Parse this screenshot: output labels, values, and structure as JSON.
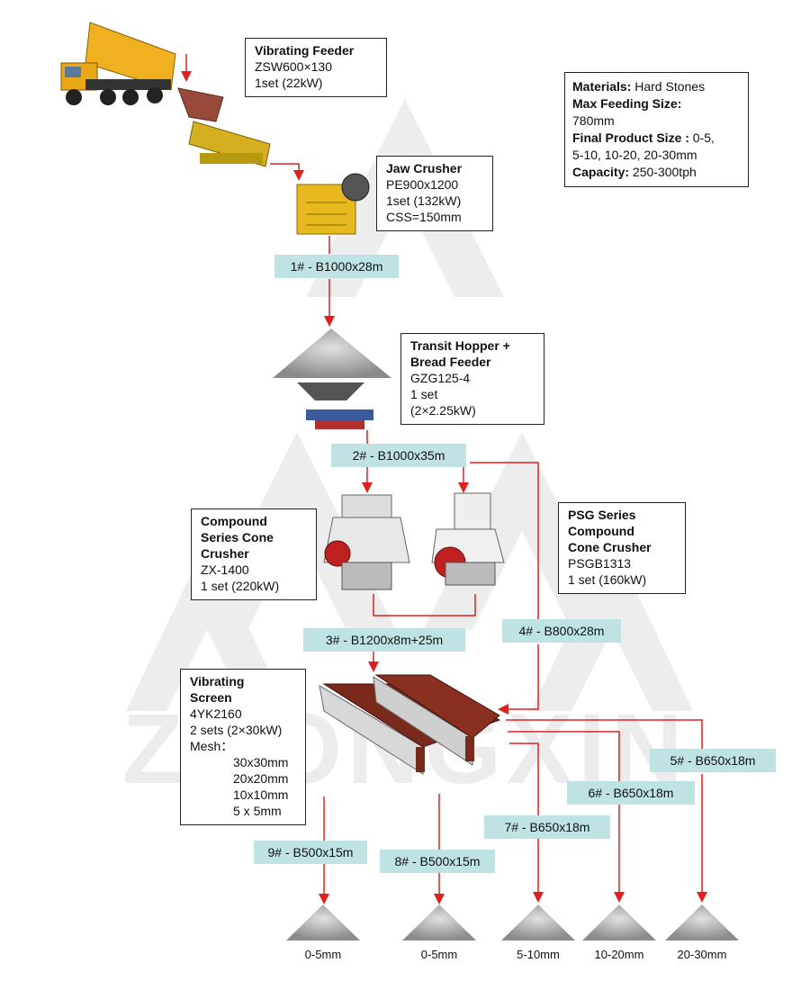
{
  "watermark": {
    "text": "ZHONGXIN"
  },
  "colors": {
    "line": "#e02020",
    "belt": "#bfe3e3",
    "watermark": "#ececec"
  },
  "specs": {
    "materials_label": "Materials:",
    "materials_value": " Hard Stones",
    "feed_label": "Max Feeding Size:",
    "feed_value": "780mm",
    "final_label": "Final Product Size :",
    "final_value_1": " 0-5,",
    "final_value_2": "5-10, 10-20, 20-30mm",
    "capacity_label": "Capacity:",
    "capacity_value": "  250-300tph"
  },
  "equipment": {
    "feeder": {
      "title": "Vibrating Feeder",
      "line1": "ZSW600×130",
      "line2": "1set  (22kW)"
    },
    "jaw": {
      "title": "Jaw Crusher",
      "line1": "PE900x1200",
      "line2": "1set  (132kW)",
      "line3": "CSS=150mm"
    },
    "hopper": {
      "title1": "Transit Hopper +",
      "title2": "Bread Feeder",
      "line1": "GZG125-4",
      "line2": "1 set",
      "line3": "(2×2.25kW)"
    },
    "compound": {
      "title1": "Compound",
      "title2": "Series Cone",
      "title3": "Crusher",
      "line1": "ZX-1400",
      "line2": "1 set  (220kW)"
    },
    "psg": {
      "title1": "PSG Series",
      "title2": "Compound",
      "title3": "Cone Crusher",
      "line1": "PSGB1313",
      "line2": "1 set  (160kW)"
    },
    "screen": {
      "title1": "Vibrating",
      "title2": "Screen",
      "line1": "4YK2160",
      "line2": "2 sets  (2×30kW)",
      "line3": "Mesh：",
      "mesh": [
        "30x30mm",
        "20x20mm",
        "10x10mm",
        "5 x 5mm"
      ]
    }
  },
  "belts": [
    "1# - B1000x28m",
    "2# - B1000x35m",
    "3# - B1200x8m+25m",
    "4# - B800x28m",
    "5# - B650x18m",
    "6# - B650x18m",
    "7# - B650x18m",
    "8# - B500x15m",
    "9# - B500x15m"
  ],
  "products": [
    "0-5mm",
    "0-5mm",
    "5-10mm",
    "10-20mm",
    "20-30mm"
  ]
}
